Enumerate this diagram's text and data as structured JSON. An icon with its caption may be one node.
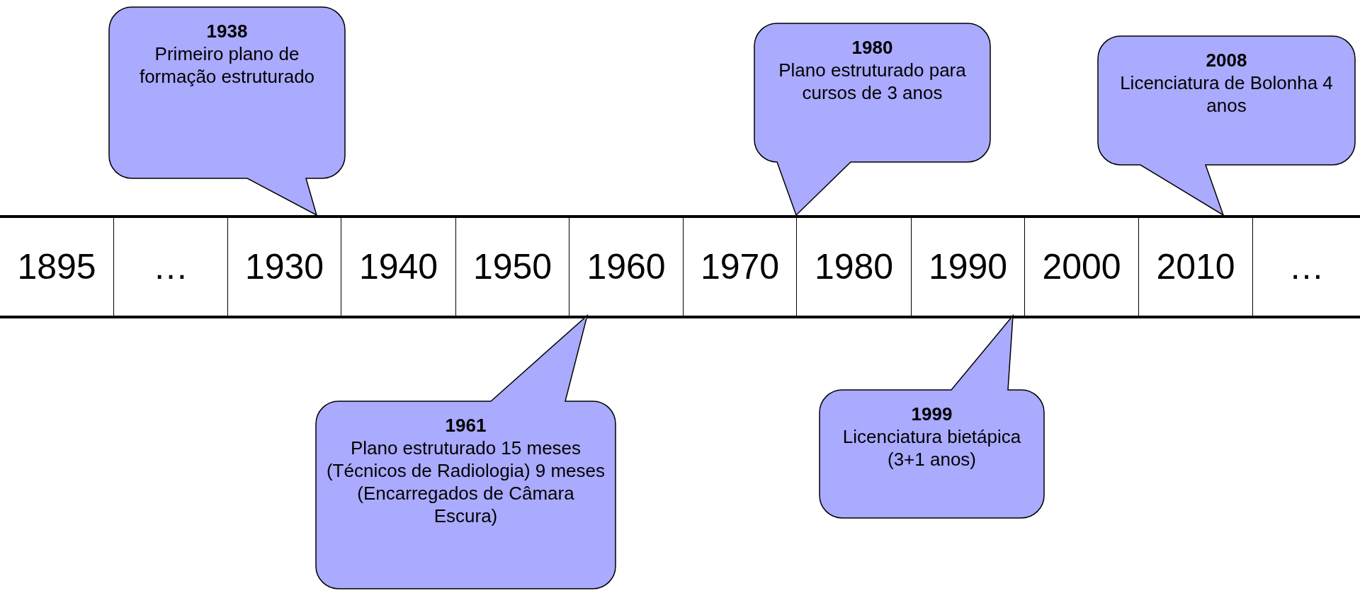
{
  "diagram": {
    "nodes": [
      {
        "text": [
          "1895"
        ]
      },
      {
        "text": [
          "…"
        ]
      },
      {
        "text": [
          "1930"
        ]
      },
      {
        "text": [
          "1940"
        ]
      },
      {
        "text": [
          "1950"
        ]
      },
      {
        "text": [
          "1960"
        ]
      },
      {
        "text": [
          "1970"
        ]
      },
      {
        "text": [
          "1980"
        ]
      },
      {
        "text": [
          "1990"
        ]
      },
      {
        "text": [
          "2000"
        ]
      },
      {
        "text": [
          "2010"
        ]
      },
      {
        "text": [
          "…"
        ]
      },
      {
        "text": [
          "1938",
          "Primeiro plano de formação estruturado"
        ]
      },
      {
        "text": [
          "1980",
          "Plano estruturado para cursos de 3 anos"
        ]
      },
      {
        "text": [
          "2008",
          "Licenciatura de Bolonha 4 anos"
        ]
      },
      {
        "text": [
          "1961",
          "Plano estruturado 15 meses (Técnicos de Radiologia) 9 meses (Encarregados de Câmara Escura)"
        ]
      },
      {
        "text": [
          "1999",
          "Licenciatura bietápica (3+1 anos)"
        ]
      }
    ]
  }
}
